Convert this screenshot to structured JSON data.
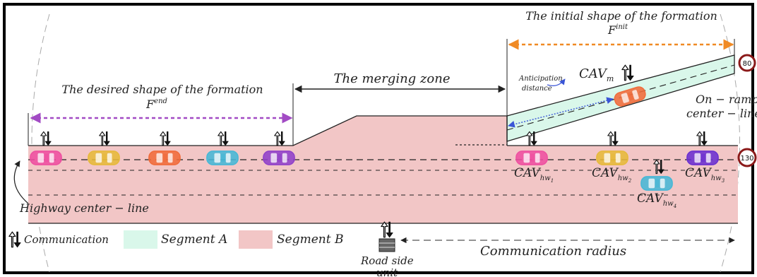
{
  "labels": {
    "initial_title": "The initial shape of the formation",
    "initial_symbol": "F",
    "initial_sup": "init",
    "desired_title": "The desired shape of the formation",
    "desired_symbol": "F",
    "desired_sup": "end",
    "merging_zone": "The merging zone",
    "anticipation_line1": "Anticipation",
    "anticipation_line2": "distance",
    "cav_m_main": "CAV",
    "cav_m_sub": "m",
    "onramp_line1": "On − ramp",
    "onramp_line2": "center − line",
    "highway_centerline": "Highway center − line",
    "hw1_main": "CAV",
    "hw1_sub": "hw",
    "hw1_idx": "1",
    "hw2_main": "CAV",
    "hw2_sub": "hw",
    "hw2_idx": "2",
    "hw3_main": "CAV",
    "hw3_sub": "hw",
    "hw3_idx": "3",
    "hw4_main": "CAV",
    "hw4_sub": "hw",
    "hw4_idx": "4",
    "speed_sign_ramp": "80",
    "speed_sign_highway": "130",
    "road_side_line1": "Road side",
    "road_side_line2": "unit"
  },
  "legend": {
    "communication": "Communication",
    "segment_a": "Segment A",
    "segment_b": "Segment B",
    "communication_radius": "Communication radius"
  },
  "colors": {
    "segment_a": "#d9f7ea",
    "segment_b": "#f2c6c6",
    "desired_arrow": "#a24bc4",
    "initial_arrow": "#f08a24",
    "anticipation_arrow": "#3a55d6",
    "car_pink": "#ee4fa0",
    "car_yellow": "#e6b93a",
    "car_orange": "#f06b3a",
    "car_cyan": "#45b7d6",
    "car_purple": "#8f40c9",
    "car_violet": "#6a2fd0"
  }
}
